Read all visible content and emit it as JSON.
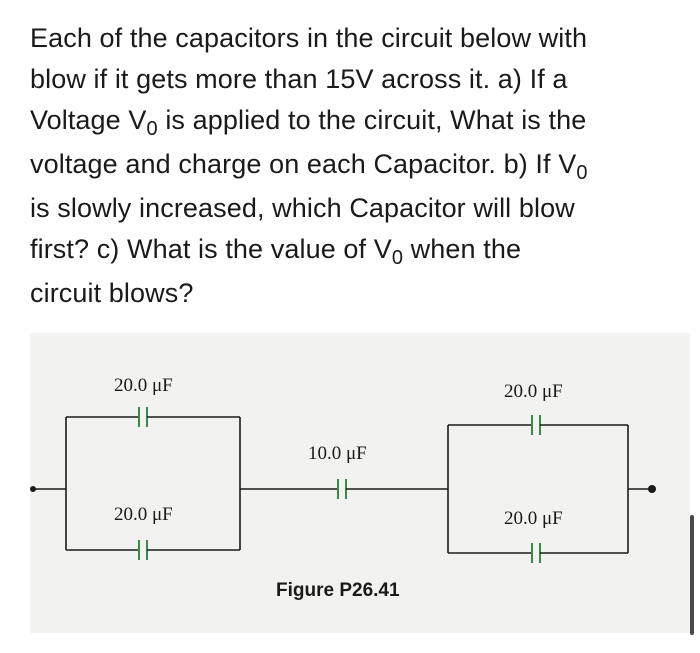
{
  "question": {
    "line1": "Each of the capacitors in the circuit below with",
    "line2": "blow if it gets more than 15V across it. a) If a",
    "line3_pre": "Voltage V",
    "line3_sub": "0",
    "line3_post": " is applied to the circuit, What is the",
    "line4_pre": "voltage and charge on each Capacitor. b) If V",
    "line4_sub": "0",
    "line5": "is slowly increased, which Capacitor will blow",
    "line6_pre": "first? c) What is the value of V",
    "line6_sub": "0",
    "line6_post": " when the",
    "line7": "circuit blows?"
  },
  "figure": {
    "caption": "Figure P26.41",
    "capacitors": {
      "left_top": "20.0 μF",
      "left_bottom": "20.0 μF",
      "middle": "10.0 μF",
      "right_top": "20.0 μF",
      "right_bottom": "20.0 μF"
    }
  },
  "colors": {
    "text": "#1a1a1a",
    "capacitor_plate": "#3a8a4a",
    "figure_background": "#f2f2f0"
  }
}
